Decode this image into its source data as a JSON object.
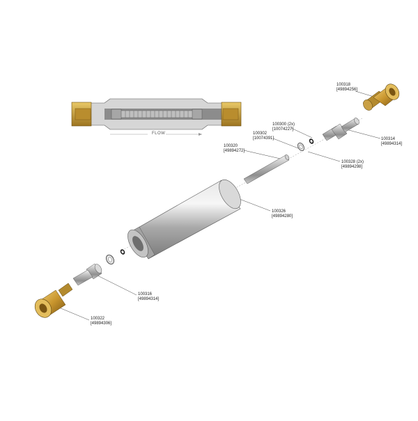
{
  "diagram": {
    "flow_label": "FLOW",
    "callouts": [
      {
        "part": "100318",
        "ref": "[49894256]"
      },
      {
        "part": "100300 (2x)",
        "ref": "[10074227]"
      },
      {
        "part": "100302",
        "ref": "[10074391]"
      },
      {
        "part": "100320",
        "ref": "[49894272]"
      },
      {
        "part": "100314",
        "ref": "[49894314]"
      },
      {
        "part": "100328 (2x)",
        "ref": "[49894298]"
      },
      {
        "part": "100326",
        "ref": "[49894280]"
      },
      {
        "part": "100316",
        "ref": "[49894314]"
      },
      {
        "part": "100322",
        "ref": "[49894306]"
      }
    ]
  }
}
